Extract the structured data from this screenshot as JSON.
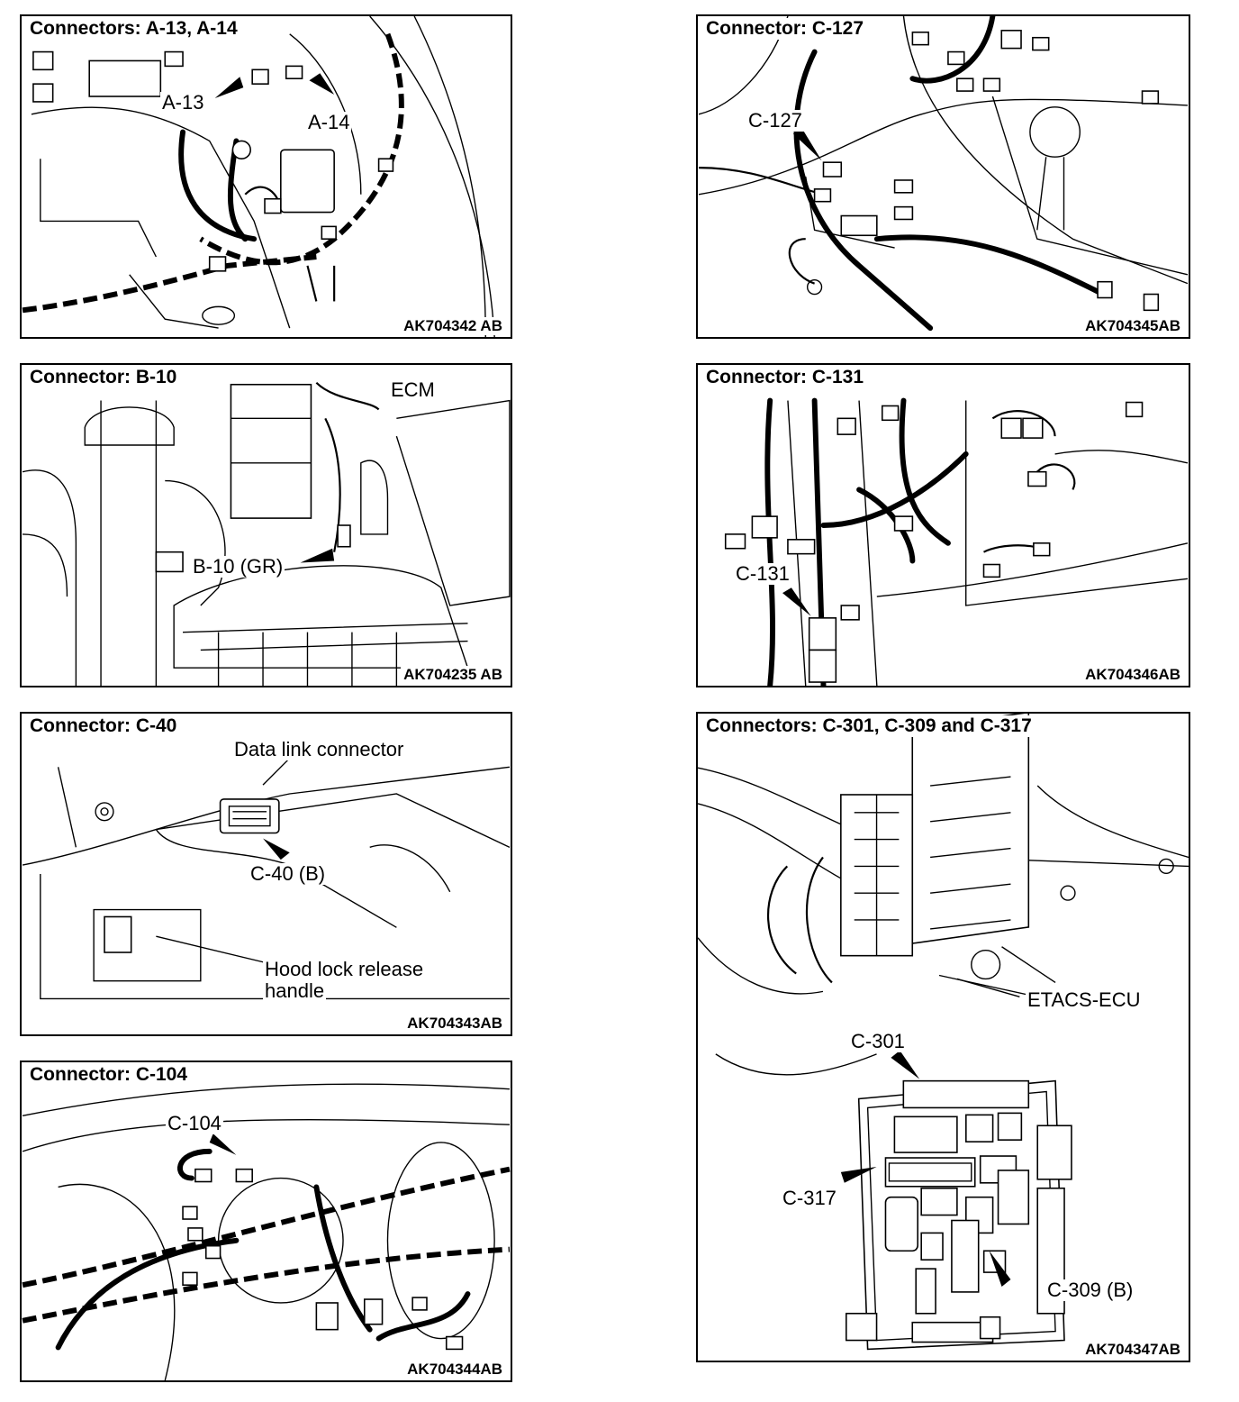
{
  "panels": [
    {
      "title": "Connectors: A-13, A-14",
      "code": "AK704342 AB",
      "labels": [
        "A-13",
        "A-14"
      ]
    },
    {
      "title": "Connector: B-10",
      "code": "AK704235 AB",
      "labels": [
        "ECM",
        "B-10 (GR)"
      ]
    },
    {
      "title": "Connector: C-40",
      "code": "AK704343AB",
      "labels": [
        "Data link connector",
        "C-40 (B)",
        "Hood lock release",
        "handle"
      ]
    },
    {
      "title": "Connector: C-104",
      "code": "AK704344AB",
      "labels": [
        "C-104"
      ]
    },
    {
      "title": "Connector: C-127",
      "code": "AK704345AB",
      "labels": [
        "C-127"
      ]
    },
    {
      "title": "Connector: C-131",
      "code": "AK704346AB",
      "labels": [
        "C-131"
      ]
    },
    {
      "title": "Connectors: C-301, C-309 and C-317",
      "code": "AK704347AB",
      "labels": [
        "ETACS-ECU",
        "C-301",
        "C-317",
        "C-309 (B)"
      ]
    }
  ]
}
